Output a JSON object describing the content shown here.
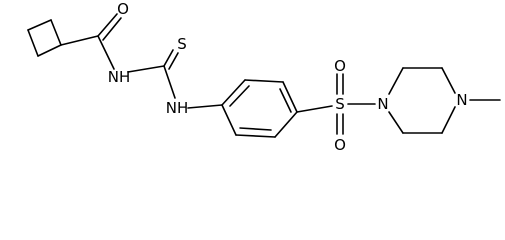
{
  "molecule": {
    "atoms": {
      "carbonyl_oxygen": "O",
      "amide_nitrogen": "NH",
      "thione_sulfur": "S",
      "amine_nitrogen": "NH",
      "sulfonyl_sulfur": "S",
      "sulfonyl_oxygen_top": "O",
      "sulfonyl_oxygen_bottom": "O",
      "piperazine_nitrogen_1": "N",
      "piperazine_nitrogen_4": "N"
    }
  },
  "colors": {
    "bond": "#000000",
    "label": "#000000",
    "background": "#ffffff"
  }
}
